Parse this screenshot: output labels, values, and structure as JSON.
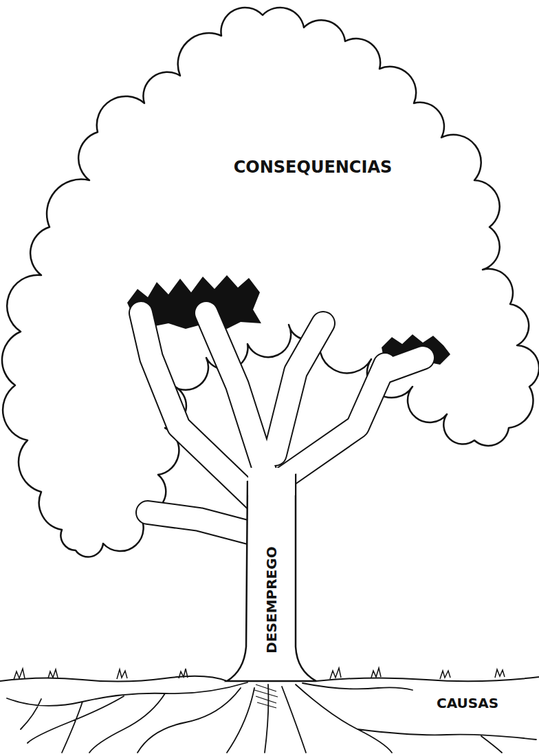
{
  "diagram": {
    "labels": [
      "CONSEQUENCIAS",
      "DESEMPREGO",
      "CAUSAS"
    ]
  }
}
